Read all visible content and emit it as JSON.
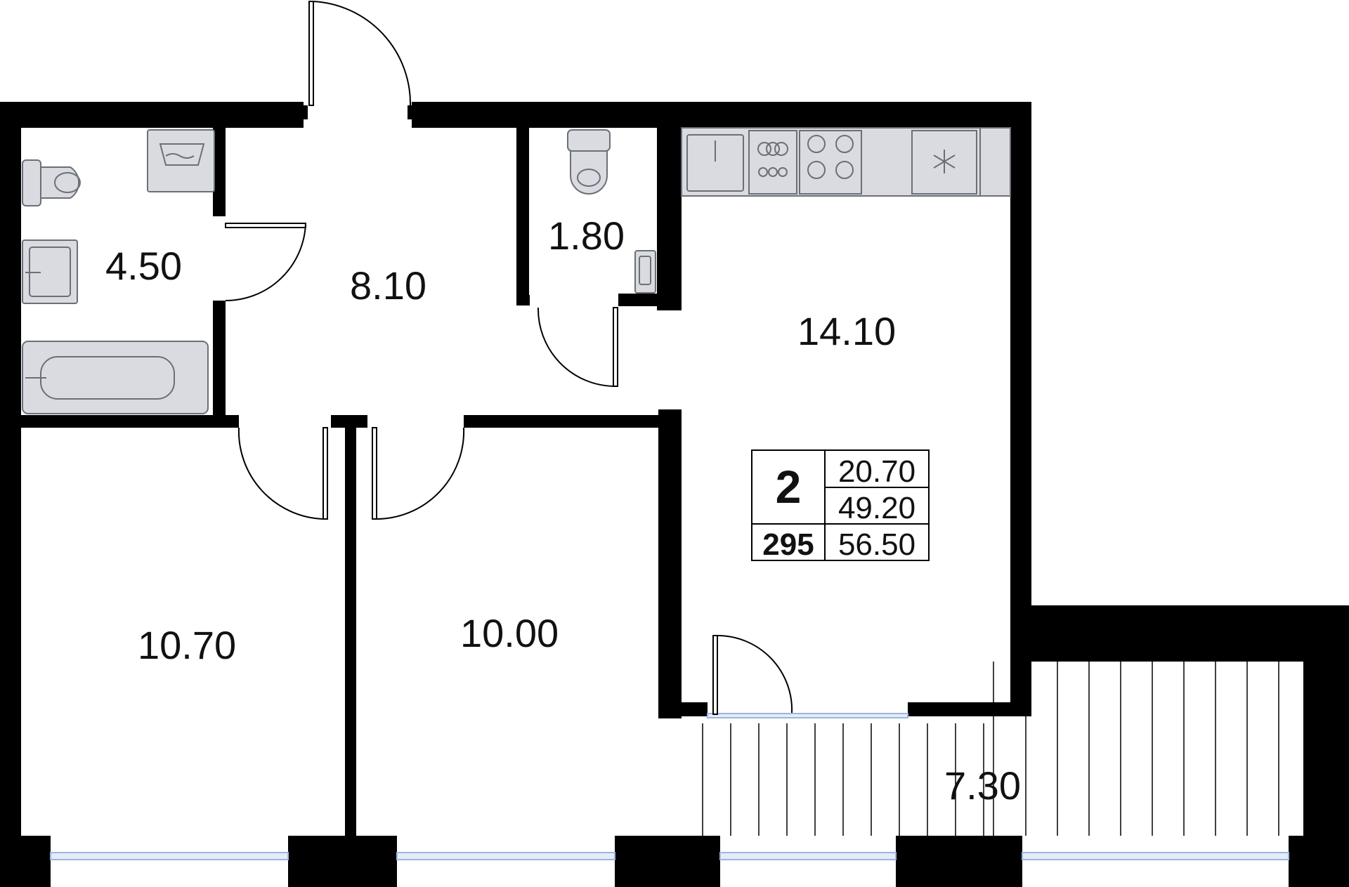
{
  "rooms": {
    "bathroom": "4.50",
    "hallway": "8.10",
    "toilet": "1.80",
    "kitchen": "14.10",
    "bedroom_left": "10.70",
    "bedroom_middle": "10.00",
    "balcony": "7.30"
  },
  "summary": {
    "rooms_count": "2",
    "apartment_number": "295",
    "living_area": "20.70",
    "area_without_balcony": "49.20",
    "total_area": "56.50"
  },
  "colors": {
    "wall": "#000000",
    "fixture_fill": "#d9dbe0",
    "fixture_stroke": "#6b6f78",
    "window_glass": "#9db4e0"
  },
  "icons": [
    "toilet-icon",
    "washing-machine-icon",
    "sink-icon",
    "bathtub-icon",
    "stove-icon",
    "dishwasher-icon",
    "refrigerator-icon",
    "door-swing-icon"
  ]
}
